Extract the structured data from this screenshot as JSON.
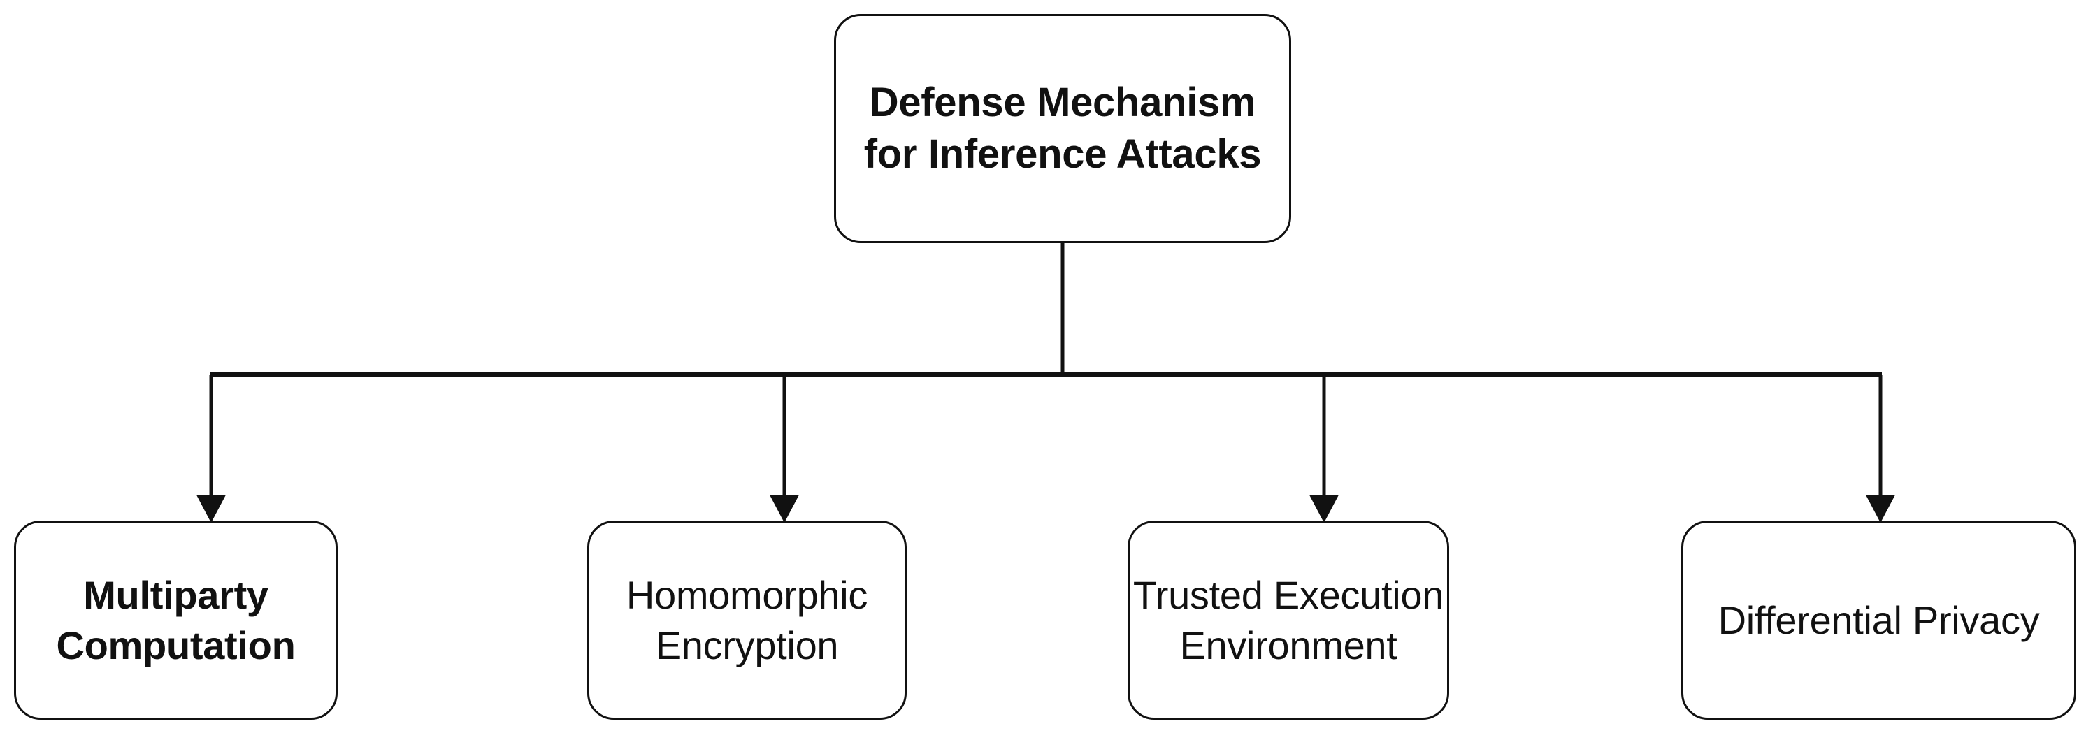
{
  "diagram": {
    "title": "Defense Mechanism for Inference Attacks",
    "type": "tree",
    "orientation": "top-down",
    "colors": {
      "background": "#ffffff",
      "node_fill": "#ffffff",
      "node_stroke": "#111111",
      "edge_stroke": "#111111",
      "text": "#111111"
    },
    "root": {
      "id": "root",
      "label": "Defense Mechanism\nfor Inference Attacks",
      "line1": "Defense Mechanism",
      "line2": "for Inference Attacks"
    },
    "children": [
      {
        "id": "mpc",
        "label": "Multiparty\nComputation",
        "line1": "Multiparty",
        "line2": "Computation"
      },
      {
        "id": "he",
        "label": "Homomorphic\nEncryption",
        "line1": "Homomorphic",
        "line2": "Encryption"
      },
      {
        "id": "tee",
        "label": "Trusted Execution\nEnvironment",
        "line1": "Trusted Execution",
        "line2": "Environment"
      },
      {
        "id": "dp",
        "label": "Differential Privacy",
        "line1": "Differential Privacy",
        "line2": ""
      }
    ],
    "edges": [
      {
        "from": "root",
        "to": "mpc",
        "arrow": "solid-triangle"
      },
      {
        "from": "root",
        "to": "he",
        "arrow": "solid-triangle"
      },
      {
        "from": "root",
        "to": "tee",
        "arrow": "solid-triangle"
      },
      {
        "from": "root",
        "to": "dp",
        "arrow": "solid-triangle"
      }
    ]
  }
}
